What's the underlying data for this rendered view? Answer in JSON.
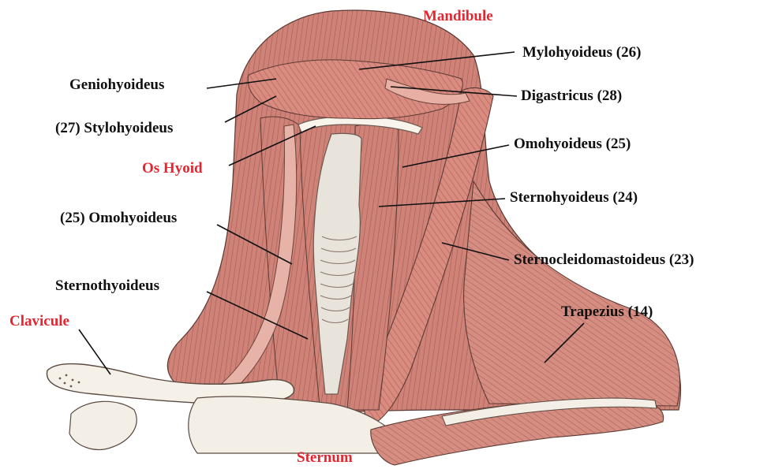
{
  "colors": {
    "muscle": "#cf8278",
    "muscle_light": "#eaa79c",
    "muscle_dark": "#8e4a40",
    "bone": "#f6f1e8",
    "ink": "#3b2a26",
    "black_label": "#111111",
    "red_label": "#e3262f"
  },
  "labels": {
    "mandibule": "Mandibule",
    "mylohyoideus": "Mylohyoideus (26)",
    "geniohyoideus": "Geniohyoideus",
    "digastricus": "Digastricus (28)",
    "stylohyoideus": "(27) Stylohyoideus",
    "omohyoideus_right": "Omohyoideus (25)",
    "os_hyoid": "Os Hyoid",
    "sternohyoideus": "Sternohyoideus (24)",
    "omohyoideus_left": "(25) Omohyoideus",
    "sternocleidomastoideus": "Sternocleidomastoideus (23)",
    "sternothyoideus": "Sternothyoideus",
    "clavicule": "Clavicule",
    "trapezius": "Trapezius (14)",
    "sternum": "Sternum"
  }
}
